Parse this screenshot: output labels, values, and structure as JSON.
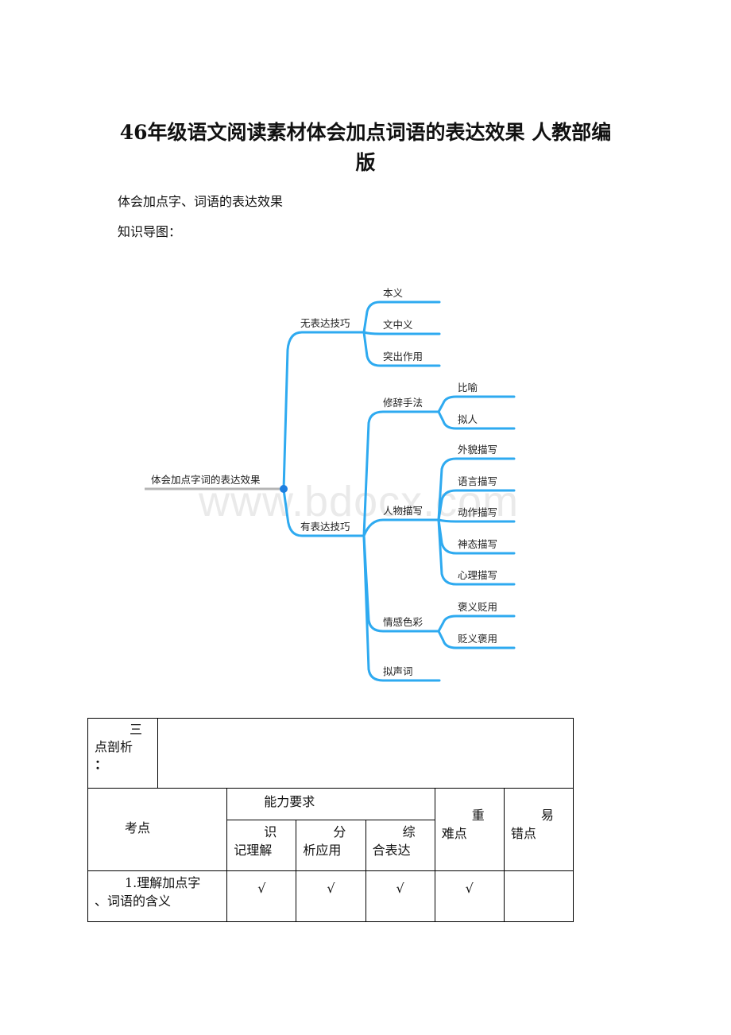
{
  "document": {
    "title_line1": "46年级语文阅读素材体会加点词语的表达效果 人教部编",
    "title_line2": "版",
    "subtitle": "体会加点字、词语的表达效果",
    "map_label": "知识导图："
  },
  "mindmap": {
    "root": "体会加点字词的表达效果",
    "branch1": {
      "label": "无表达技巧",
      "children": [
        "本义",
        "文中义",
        "突出作用"
      ]
    },
    "branch2": {
      "label": "有表达技巧",
      "rhetoric": {
        "label": "修辞手法",
        "children": [
          "比喻",
          "拟人"
        ]
      },
      "portrayal": {
        "label": "人物描写",
        "children": [
          "外貌描写",
          "语言描写",
          "动作描写",
          "神态描写",
          "心理描写"
        ]
      },
      "emotion": {
        "label": "情感色彩",
        "children": [
          "褒义贬用",
          "贬义褒用"
        ]
      },
      "onomatopoeia": {
        "label": "拟声词"
      }
    },
    "line_color": "#2eaaf0",
    "root_line_color": "#b5b5b5"
  },
  "watermark": "www.bdocx.com",
  "table": {
    "header_cell": {
      "line1": "三",
      "line2": "点剖析",
      "line3": "："
    },
    "kaodian": "考点",
    "ability": "能力要求",
    "abilities": [
      {
        "l1": "识",
        "l2": "记理解"
      },
      {
        "l1": "分",
        "l2": "析应用"
      },
      {
        "l1": "综",
        "l2": "合表达"
      }
    ],
    "zhongnan": {
      "l1": "重",
      "l2": "难点"
    },
    "yicuo": {
      "l1": "易",
      "l2": "错点"
    },
    "row1": {
      "topic_l1": "1.理解加点字",
      "topic_l2": "、词语的含义",
      "marks": [
        "√",
        "√",
        "√",
        "√",
        ""
      ]
    }
  }
}
